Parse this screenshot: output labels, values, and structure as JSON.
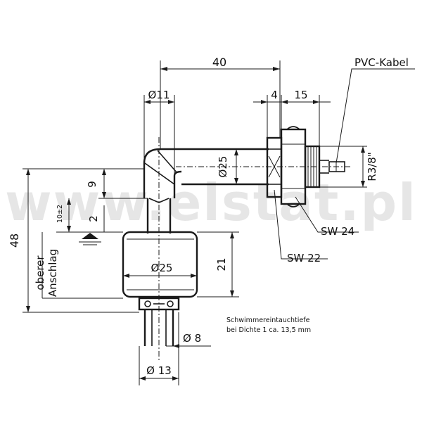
{
  "dimensions": {
    "d40": "40",
    "d11": "Ø11",
    "d4": "4",
    "d15": "15",
    "d25_stem": "Ø25",
    "d9": "9",
    "d10": "10±2",
    "d2": "2",
    "d48": "48",
    "d25_float": "Ø25",
    "d21": "21",
    "d8": "Ø 8",
    "d13": "Ø 13",
    "thread": "R3/8\""
  },
  "labels": {
    "pvc": "PVC-Kabel",
    "sw24": "SW 24",
    "sw22": "SW 22",
    "stop_line1": "oberer",
    "stop_line2": "Anschlag",
    "note_line1": "Schwimmereintauchtiefe",
    "note_line2": "bei Dichte 1 ca. 13,5 mm"
  },
  "watermark": "www.elstat.pl"
}
